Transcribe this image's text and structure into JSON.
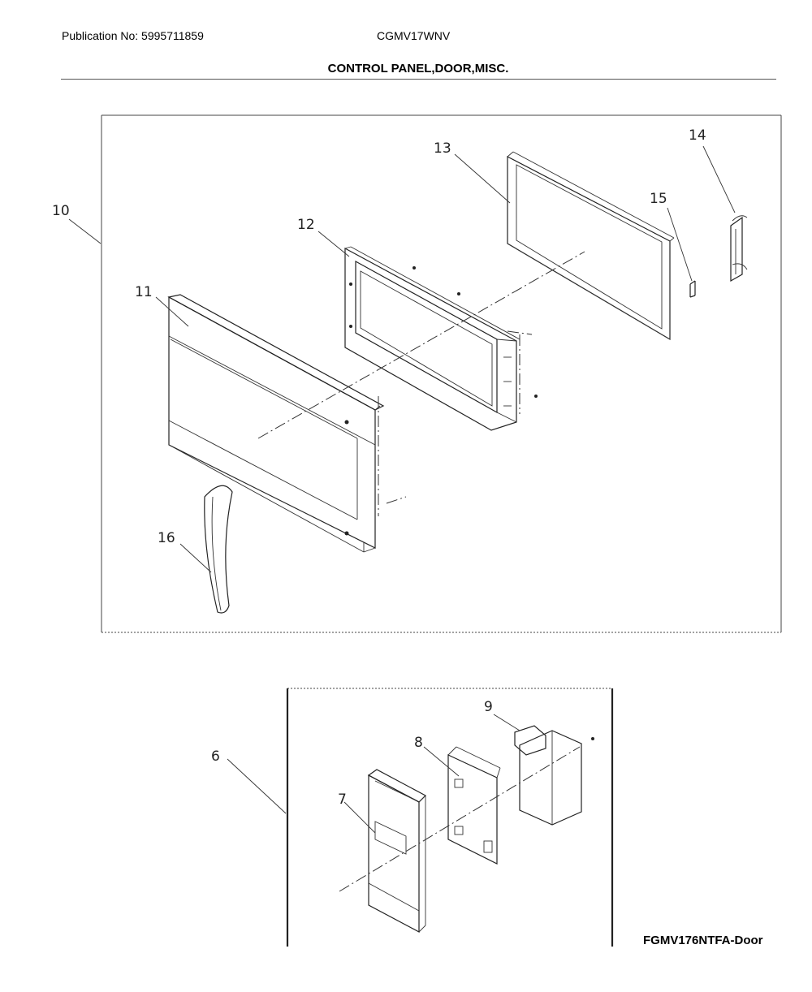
{
  "header": {
    "publication": "Publication No: 5995711859",
    "model": "CGMV17WNV",
    "title": "CONTROL PANEL,DOOR,MISC."
  },
  "callouts": {
    "c6": "6",
    "c7": "7",
    "c8": "8",
    "c9": "9",
    "c10": "10",
    "c11": "11",
    "c12": "12",
    "c13": "13",
    "c14": "14",
    "c15": "15",
    "c16": "16"
  },
  "footer": {
    "code": "FGMV176NTFA-Door"
  }
}
